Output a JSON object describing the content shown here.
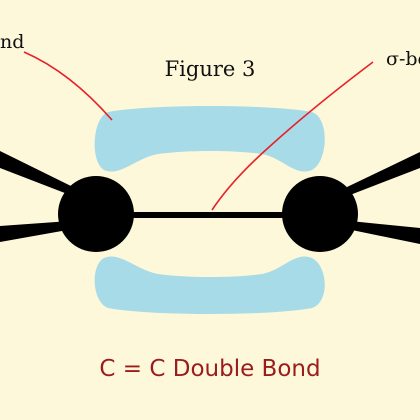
{
  "figure_title": "Figure 3",
  "pi_bond_label": "nd",
  "sigma_bond_label": "σ-bo",
  "caption": "C = C Double Bond",
  "colors": {
    "background": "#fdf8d9",
    "pi_cloud": "#a8dbe8",
    "atom": "#000000",
    "leader_line": "#e8202a",
    "caption_text": "#9b1c1c",
    "text": "#111111"
  }
}
